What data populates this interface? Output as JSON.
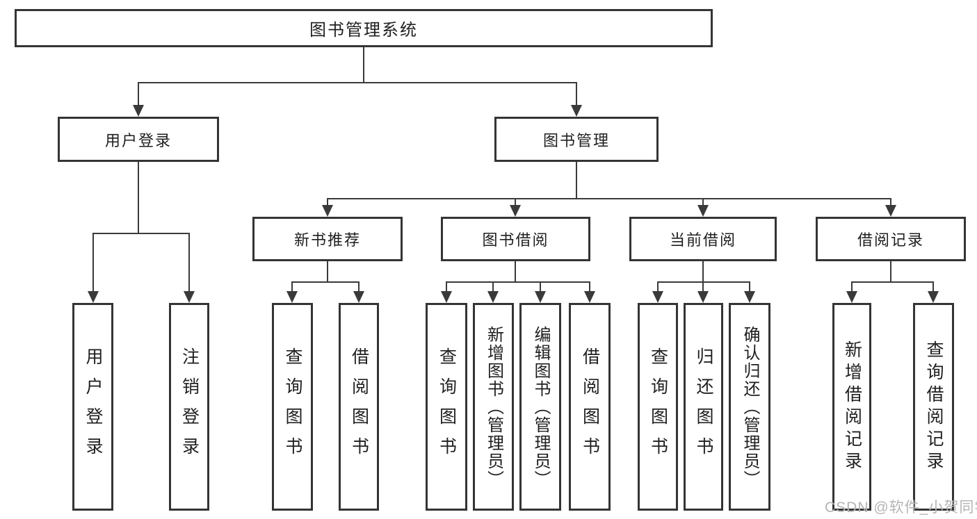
{
  "tree": {
    "root": {
      "label": "图书管理系统",
      "children": [
        {
          "label": "用户登录",
          "children": [
            {
              "label": "用户登录"
            },
            {
              "label": "注销登录"
            }
          ]
        },
        {
          "label": "图书管理",
          "children": [
            {
              "label": "新书推荐",
              "children": [
                {
                  "label": "查询图书"
                },
                {
                  "label": "借阅图书"
                }
              ]
            },
            {
              "label": "图书借阅",
              "children": [
                {
                  "label": "查询图书"
                },
                {
                  "label": "新增图书（管理员）"
                },
                {
                  "label": "编辑图书（管理员）"
                },
                {
                  "label": "借阅图书"
                }
              ]
            },
            {
              "label": "当前借阅",
              "children": [
                {
                  "label": "查询图书"
                },
                {
                  "label": "归还图书"
                },
                {
                  "label": "确认归还（管理员）"
                }
              ]
            },
            {
              "label": "借阅记录",
              "children": [
                {
                  "label": "新增借阅记录"
                },
                {
                  "label": "查询借阅记录"
                }
              ]
            }
          ]
        }
      ]
    }
  },
  "watermark": {
    "text": "CSDN @软件_小贺同学"
  },
  "colors": {
    "line": "#3a3a3a",
    "box_border": "#343434",
    "text": "#1f1f1f",
    "watermark": "#b4b4b4",
    "background": "#ffffff"
  }
}
